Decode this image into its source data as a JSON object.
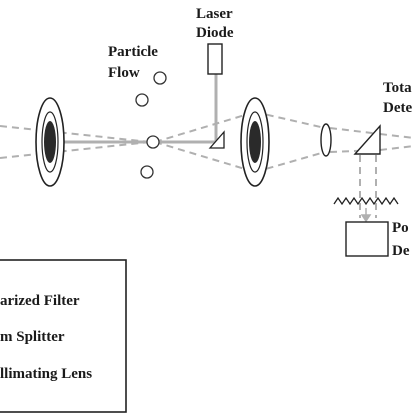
{
  "labels": {
    "laser_line1": "Laser",
    "laser_line2": "Diode",
    "particle_line1": "Particle",
    "particle_line2": "Flow",
    "total_line1": "Tota",
    "total_line2": "Dete",
    "pol_line1": "Po",
    "pol_line2": "De"
  },
  "legend": {
    "items": [
      {
        "label": "arized Filter"
      },
      {
        "label": "m Splitter"
      },
      {
        "label": "llimating Lens"
      }
    ]
  },
  "colors": {
    "beam": "#b0b0b0",
    "outline": "#222222",
    "dark_fill": "#2a2a2a",
    "text": "#1a1a1a"
  }
}
